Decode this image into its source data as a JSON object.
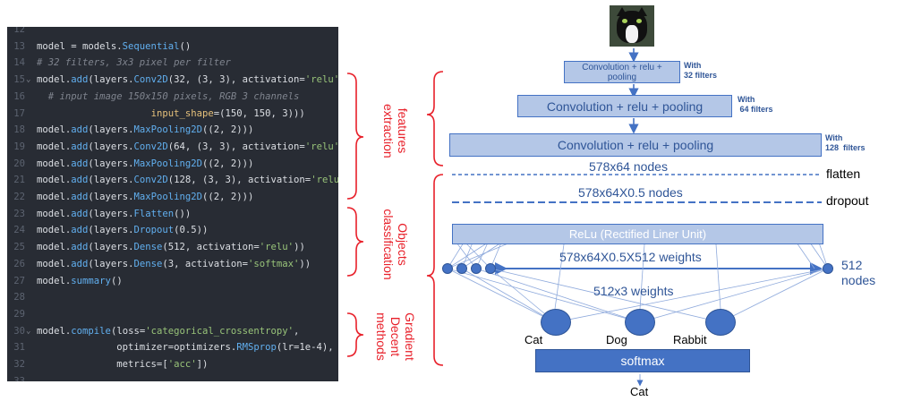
{
  "code": [
    {
      "n": "12",
      "fold": false,
      "parts": []
    },
    {
      "n": "13",
      "fold": false,
      "parts": [
        [
          "model = models.",
          "p"
        ],
        [
          "Sequential",
          "f"
        ],
        [
          "()",
          "p"
        ]
      ]
    },
    {
      "n": "14",
      "fold": false,
      "parts": [
        [
          "# 32 filters, 3x3 pixel per filter",
          "c"
        ]
      ]
    },
    {
      "n": "15",
      "fold": true,
      "parts": [
        [
          "model.",
          "p"
        ],
        [
          "add",
          "f"
        ],
        [
          "(layers.",
          "p"
        ],
        [
          "Conv2D",
          "f"
        ],
        [
          "(32, (3, 3), activation=",
          "p"
        ],
        [
          "'relu'",
          "s"
        ],
        [
          ",",
          "p"
        ]
      ]
    },
    {
      "n": "16",
      "fold": false,
      "parts": [
        [
          "  # input image 150x150 pixels, RGB 3 channels",
          "c"
        ]
      ]
    },
    {
      "n": "17",
      "fold": false,
      "parts": [
        [
          "                    ",
          "p"
        ],
        [
          "input_shape",
          "k"
        ],
        [
          "=(150, 150, 3)))",
          "p"
        ]
      ]
    },
    {
      "n": "18",
      "fold": false,
      "parts": [
        [
          "model.",
          "p"
        ],
        [
          "add",
          "f"
        ],
        [
          "(layers.",
          "p"
        ],
        [
          "MaxPooling2D",
          "f"
        ],
        [
          "((2, 2)))",
          "p"
        ]
      ]
    },
    {
      "n": "19",
      "fold": false,
      "parts": [
        [
          "model.",
          "p"
        ],
        [
          "add",
          "f"
        ],
        [
          "(layers.",
          "p"
        ],
        [
          "Conv2D",
          "f"
        ],
        [
          "(64, (3, 3), activation=",
          "p"
        ],
        [
          "'relu'",
          "s"
        ],
        [
          "))",
          "p"
        ]
      ]
    },
    {
      "n": "20",
      "fold": false,
      "parts": [
        [
          "model.",
          "p"
        ],
        [
          "add",
          "f"
        ],
        [
          "(layers.",
          "p"
        ],
        [
          "MaxPooling2D",
          "f"
        ],
        [
          "((2, 2)))",
          "p"
        ]
      ]
    },
    {
      "n": "21",
      "fold": false,
      "parts": [
        [
          "model.",
          "p"
        ],
        [
          "add",
          "f"
        ],
        [
          "(layers.",
          "p"
        ],
        [
          "Conv2D",
          "f"
        ],
        [
          "(128, (3, 3), activation=",
          "p"
        ],
        [
          "'relu'",
          "s"
        ],
        [
          "))",
          "p"
        ]
      ]
    },
    {
      "n": "22",
      "fold": false,
      "parts": [
        [
          "model.",
          "p"
        ],
        [
          "add",
          "f"
        ],
        [
          "(layers.",
          "p"
        ],
        [
          "MaxPooling2D",
          "f"
        ],
        [
          "((2, 2)))",
          "p"
        ]
      ]
    },
    {
      "n": "23",
      "fold": false,
      "parts": [
        [
          "model.",
          "p"
        ],
        [
          "add",
          "f"
        ],
        [
          "(layers.",
          "p"
        ],
        [
          "Flatten",
          "f"
        ],
        [
          "())",
          "p"
        ]
      ]
    },
    {
      "n": "24",
      "fold": false,
      "parts": [
        [
          "model.",
          "p"
        ],
        [
          "add",
          "f"
        ],
        [
          "(layers.",
          "p"
        ],
        [
          "Dropout",
          "f"
        ],
        [
          "(0.5))",
          "p"
        ]
      ]
    },
    {
      "n": "25",
      "fold": false,
      "parts": [
        [
          "model.",
          "p"
        ],
        [
          "add",
          "f"
        ],
        [
          "(layers.",
          "p"
        ],
        [
          "Dense",
          "f"
        ],
        [
          "(512, activation=",
          "p"
        ],
        [
          "'relu'",
          "s"
        ],
        [
          "))",
          "p"
        ]
      ]
    },
    {
      "n": "26",
      "fold": false,
      "parts": [
        [
          "model.",
          "p"
        ],
        [
          "add",
          "f"
        ],
        [
          "(layers.",
          "p"
        ],
        [
          "Dense",
          "f"
        ],
        [
          "(3, activation=",
          "p"
        ],
        [
          "'softmax'",
          "s"
        ],
        [
          "))",
          "p"
        ]
      ]
    },
    {
      "n": "27",
      "fold": false,
      "parts": [
        [
          "model.",
          "p"
        ],
        [
          "summary",
          "f"
        ],
        [
          "()",
          "p"
        ]
      ]
    },
    {
      "n": "28",
      "fold": false,
      "parts": []
    },
    {
      "n": "29",
      "fold": false,
      "parts": []
    },
    {
      "n": "30",
      "fold": true,
      "parts": [
        [
          "model.",
          "p"
        ],
        [
          "compile",
          "f"
        ],
        [
          "(loss=",
          "p"
        ],
        [
          "'categorical_crossentropy'",
          "s"
        ],
        [
          ",",
          "p"
        ]
      ]
    },
    {
      "n": "31",
      "fold": false,
      "parts": [
        [
          "              optimizer=optimizers.",
          "p"
        ],
        [
          "RMSprop",
          "f"
        ],
        [
          "(lr=1e-4),",
          "p"
        ]
      ]
    },
    {
      "n": "32",
      "fold": false,
      "parts": [
        [
          "              metrics=[",
          "p"
        ],
        [
          "'acc'",
          "s"
        ],
        [
          "])",
          "p"
        ]
      ]
    },
    {
      "n": "33",
      "fold": false,
      "parts": []
    }
  ],
  "annotations": {
    "features_extraction": "features\nextraction",
    "objects_classification": "Objects\nclassification",
    "gradient_decent": "Gradient\nDecent\nmethods"
  },
  "diagram": {
    "conv1": "Convolution + relu +\npooling",
    "conv1_side": "With\n32 filters",
    "conv2": "Convolution + relu + pooling",
    "conv2_side": "With\n 64 filters",
    "conv3": "Convolution + relu + pooling",
    "conv3_side": "With\n128  filters",
    "flatten_nodes": "578x64 nodes",
    "flatten": "flatten",
    "dropout_nodes": "578x64X0.5 nodes",
    "dropout": "dropout",
    "relu": "ReLu (Rectified Liner Unit)",
    "weights1": "578x64X0.5X512 weights",
    "nodes512": "512\nnodes",
    "weights2": "512x3  weights",
    "cat": "Cat",
    "dog": "Dog",
    "rabbit": "Rabbit",
    "softmax": "softmax",
    "output": "Cat"
  },
  "colors": {
    "annotation": "#e8202a",
    "diagram_text": "#2f5597",
    "box_fill": "#b4c7e7",
    "node_fill": "#4472c4",
    "code_bg": "#282c34"
  }
}
